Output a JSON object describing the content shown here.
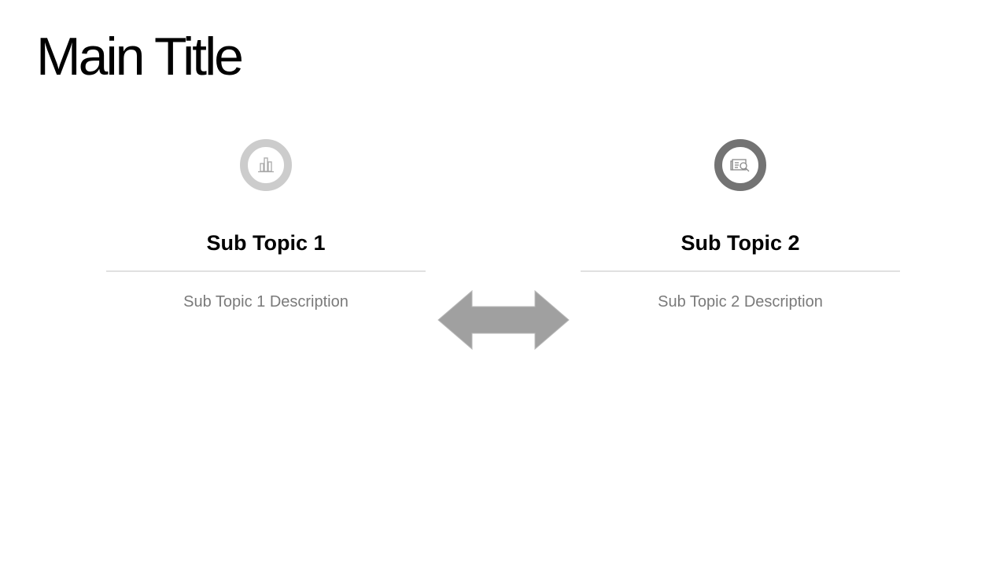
{
  "title": "Main Title",
  "topics": [
    {
      "title": "Sub Topic 1",
      "description": "Sub Topic 1 Description",
      "icon": "bar-chart-icon",
      "ring_color": "#cccccc"
    },
    {
      "title": "Sub Topic 2",
      "description": "Sub Topic 2 Description",
      "icon": "document-search-icon",
      "ring_color": "#737373"
    }
  ],
  "connector": {
    "icon": "double-arrow-icon",
    "color": "#a0a0a0"
  }
}
